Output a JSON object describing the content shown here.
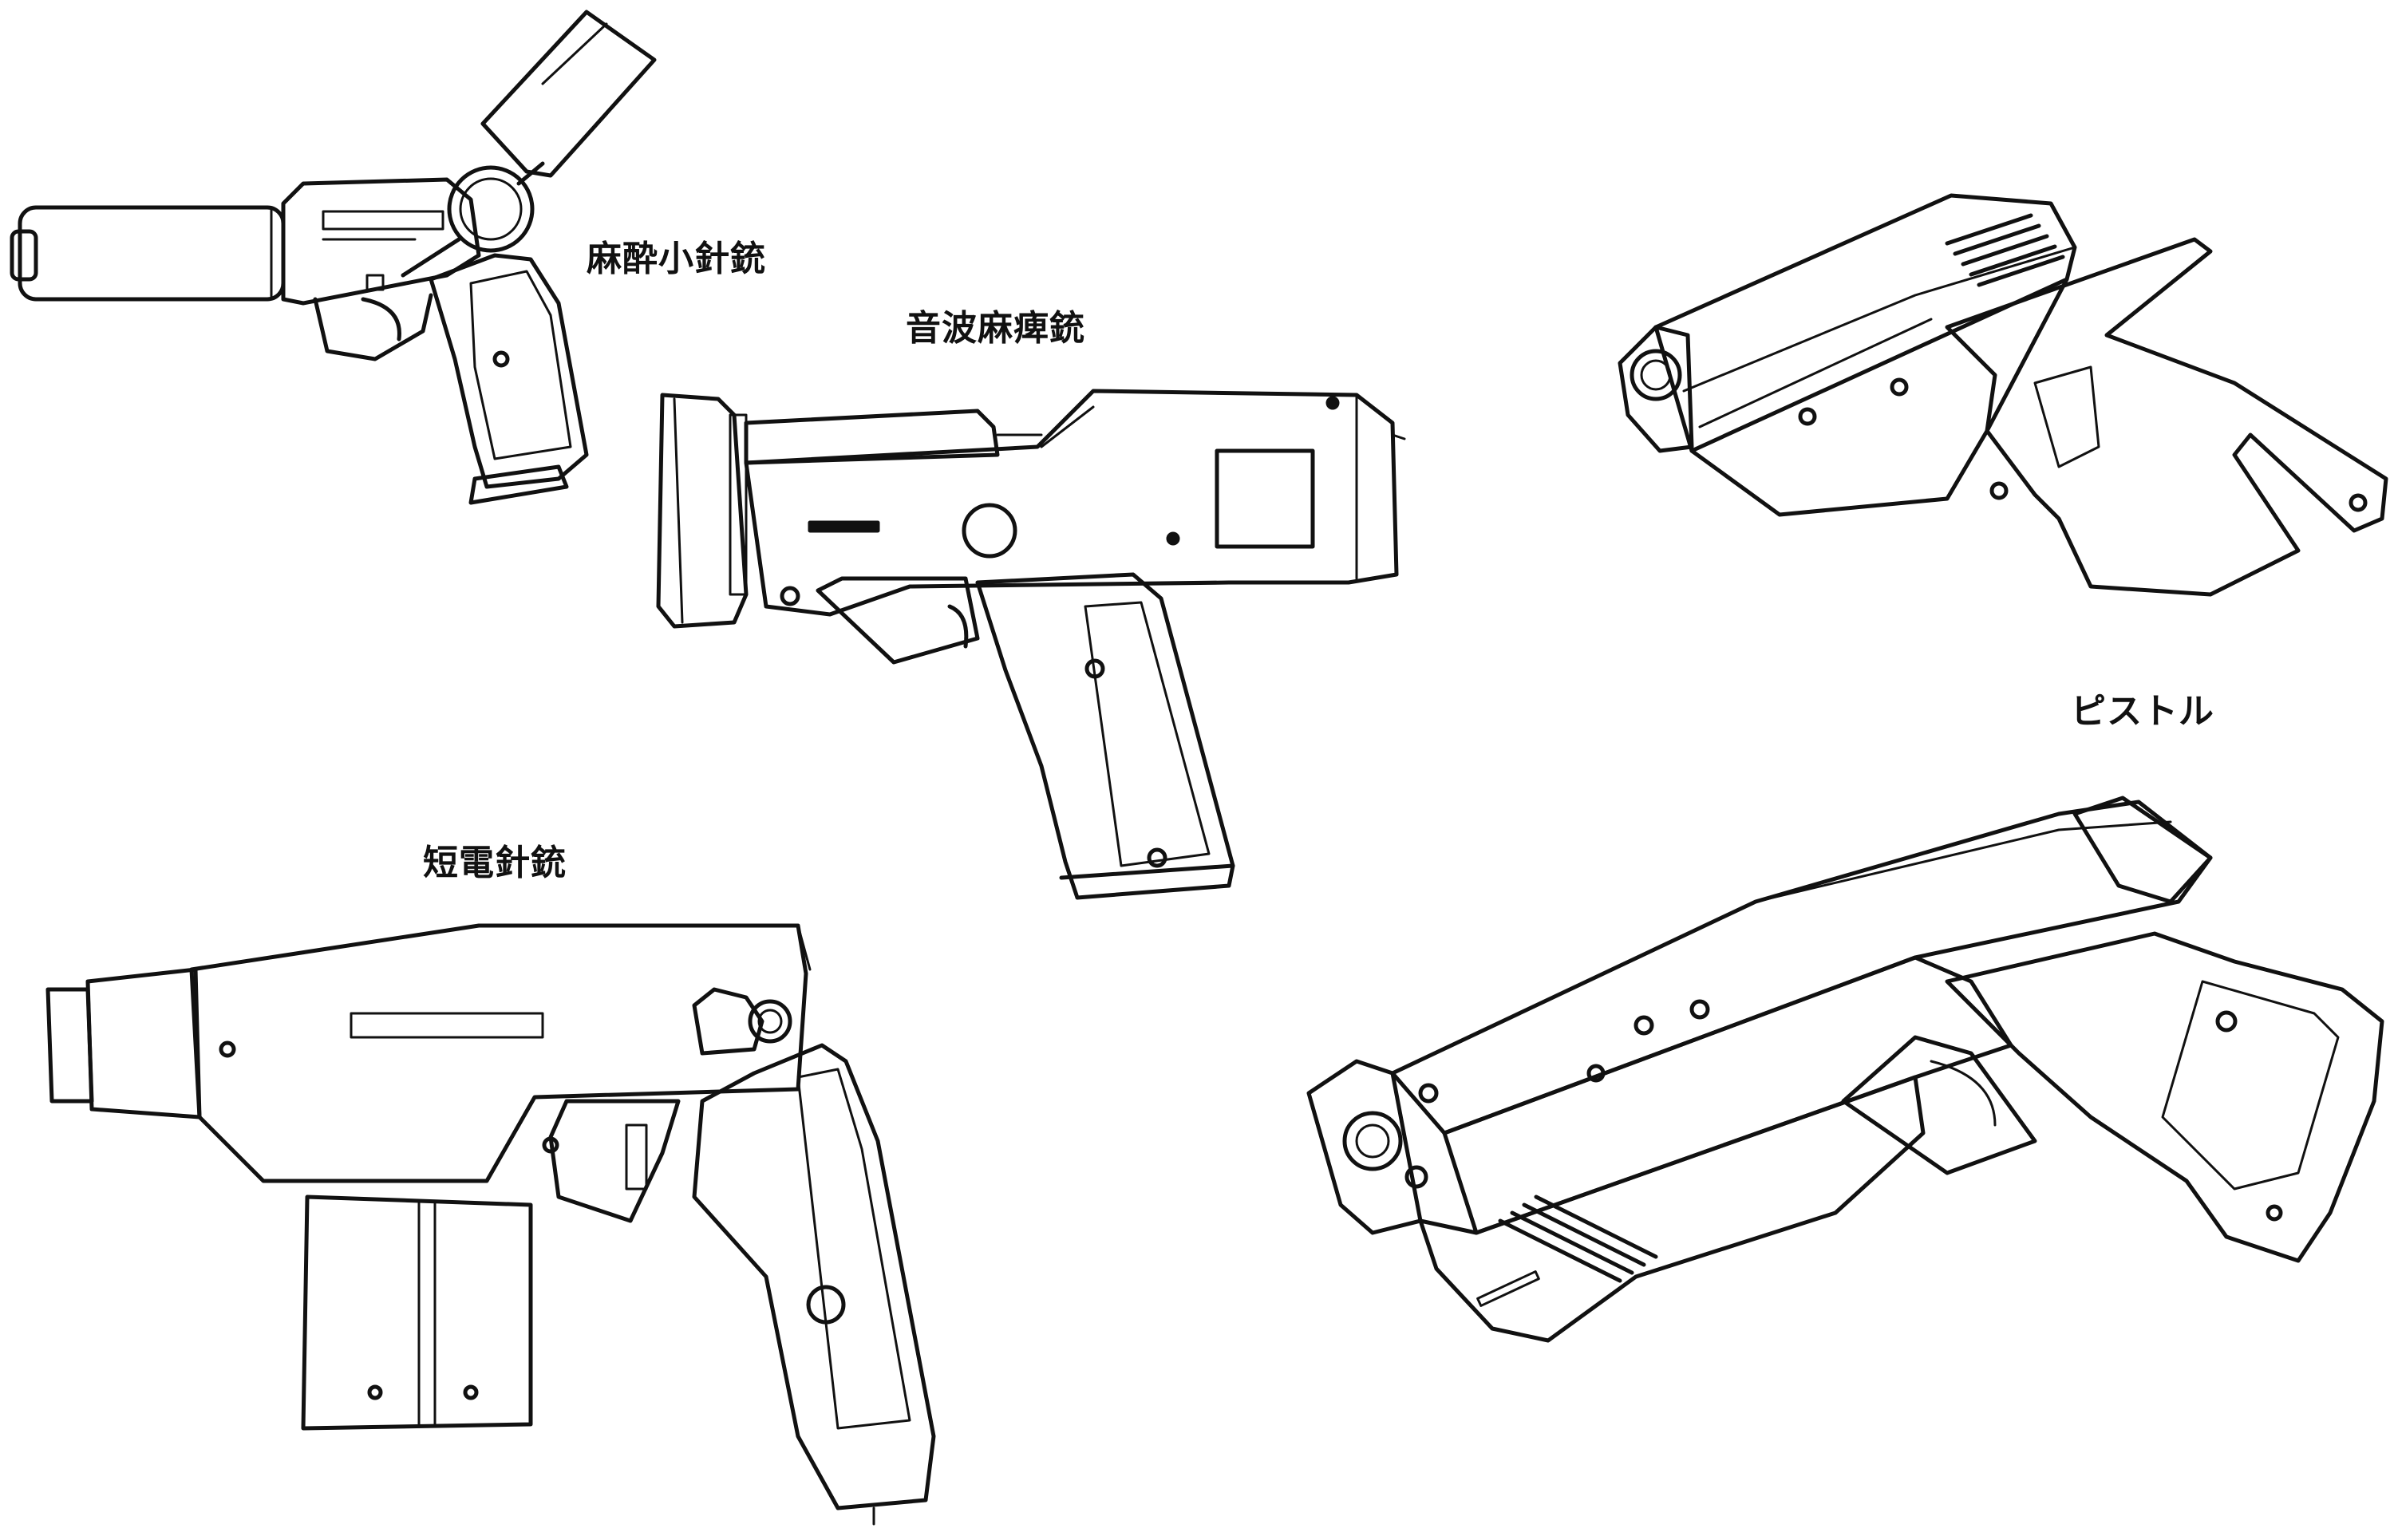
{
  "labels": {
    "masui": "麻酔小針銃",
    "onpa": "音波麻痺銃",
    "tanden": "短電針銃",
    "pistol": "ピストル"
  },
  "colors": {
    "ink": "#111111",
    "paper": "#ffffff"
  }
}
